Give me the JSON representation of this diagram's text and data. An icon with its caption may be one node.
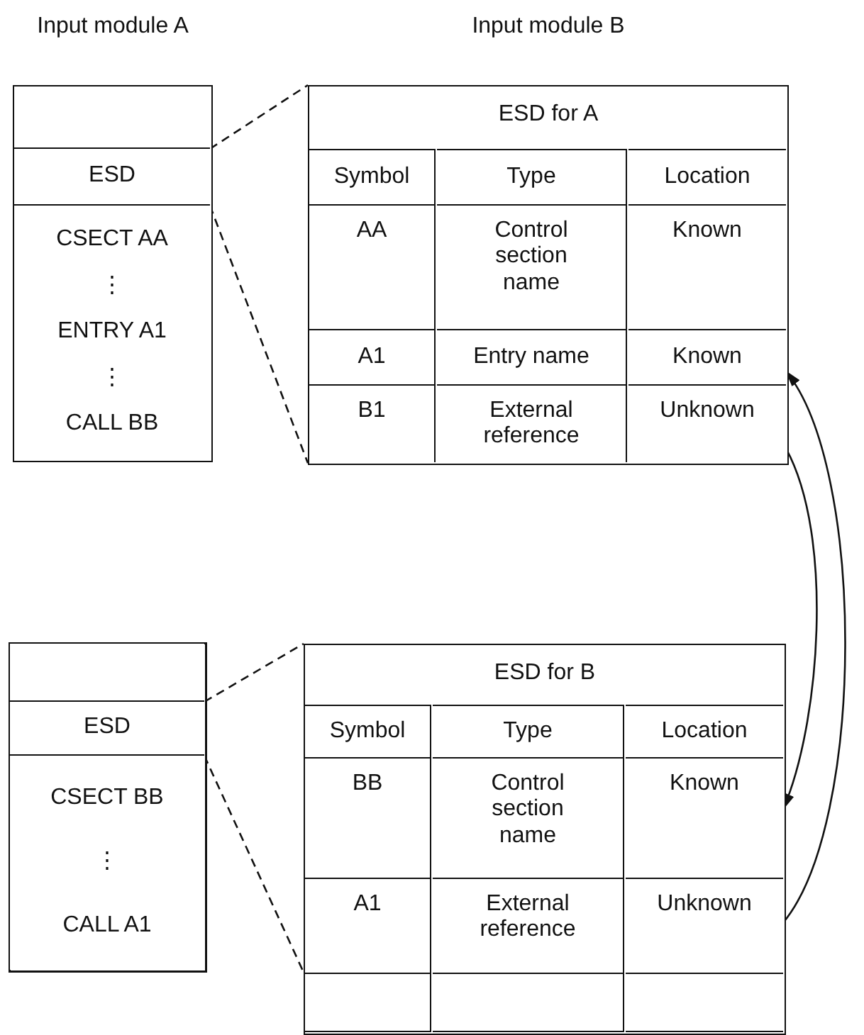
{
  "diagram": {
    "nodes": [
      {
        "text": [
          "Input module A"
        ]
      },
      {
        "text": [],
        "shape": "box",
        "in": 0
      },
      {
        "text": [
          "ESD"
        ],
        "in": 0
      },
      {
        "text": [
          "CSECT AA",
          "⋮",
          "ENTRY A1",
          "⋮",
          "CALL BB"
        ],
        "in": 0
      },
      {
        "text": [
          "Input module B",
          "ESD for A"
        ]
      },
      {
        "text": [
          "Symbol"
        ],
        "in": 4
      },
      {
        "text": [
          "Type"
        ],
        "in": 4
      },
      {
        "text": [
          "Location"
        ],
        "in": 4
      },
      {
        "text": [
          "AA"
        ],
        "in": 4
      },
      {
        "text": [
          "Control section name"
        ],
        "in": 4
      },
      {
        "text": [
          "Known"
        ],
        "in": 4
      },
      {
        "text": [
          "A1"
        ],
        "in": 4
      },
      {
        "text": [
          "Entry name"
        ],
        "in": 4
      },
      {
        "text": [
          "Known"
        ],
        "in": 4
      },
      {
        "text": [
          "B1"
        ],
        "in": 4
      },
      {
        "text": [
          "External reference"
        ],
        "in": 4
      },
      {
        "text": [
          "Unknown"
        ],
        "in": 4
      },
      {
        "text": [],
        "shape": "box"
      },
      {
        "text": [],
        "shape": "box",
        "in": 17
      },
      {
        "text": [
          "ESD"
        ],
        "in": 17
      },
      {
        "text": [
          "CSECT BB",
          "⋮",
          "CALL A1"
        ],
        "in": 17
      },
      {
        "text": [
          "ESD for B"
        ]
      },
      {
        "text": [
          "Symbol"
        ],
        "in": 21
      },
      {
        "text": [
          "Type"
        ],
        "in": 21
      },
      {
        "text": [
          "Location"
        ],
        "in": 21
      },
      {
        "text": [
          "BB"
        ],
        "in": 21
      },
      {
        "text": [
          "Control section name"
        ],
        "in": 21
      },
      {
        "text": [
          "Known"
        ],
        "in": 21
      },
      {
        "text": [
          "A1"
        ],
        "in": 21
      },
      {
        "text": [
          "External reference"
        ],
        "in": 21
      },
      {
        "text": [
          "Unknown"
        ],
        "in": 21
      },
      {
        "text": [],
        "shape": "box",
        "in": 21
      },
      {
        "text": [],
        "shape": "box",
        "in": 21
      },
      {
        "text": [],
        "shape": "box",
        "in": 21
      }
    ],
    "edges": [
      {
        "from": 2,
        "to": 4,
        "arrow": "none",
        "style": "dashed"
      },
      {
        "from": 2,
        "to": 4,
        "arrow": "none",
        "style": "dashed"
      },
      {
        "from": 19,
        "to": 21,
        "arrow": "none",
        "style": "dashed"
      },
      {
        "from": 19,
        "to": 21,
        "arrow": "none",
        "style": "dashed"
      },
      {
        "from": 16,
        "to": 27,
        "arrow": "to"
      },
      {
        "from": 30,
        "to": 13,
        "arrow": "to"
      }
    ]
  }
}
